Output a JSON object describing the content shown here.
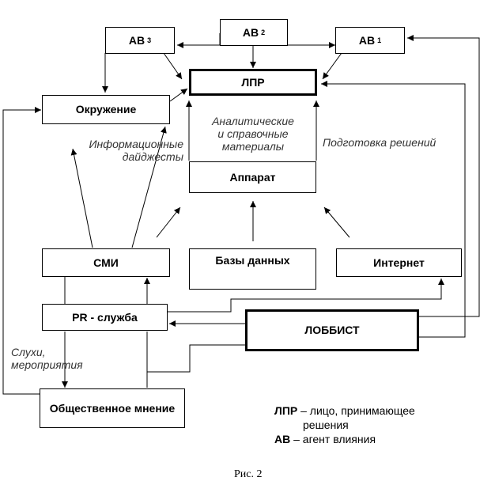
{
  "nodes": {
    "av3": {
      "label": "АВ",
      "sub": "3"
    },
    "av2": {
      "label": "АВ",
      "sub": "2"
    },
    "av1": {
      "label": "АВ",
      "sub": "1"
    },
    "lpr": "ЛПР",
    "okruzhenie": "Окружение",
    "apparat": "Аппарат",
    "smi": "СМИ",
    "bazy": "Базы данных",
    "internet": "Интернет",
    "pr": "PR - служба",
    "lobbist": "ЛОББИСТ",
    "mnenie": "Общественное мнение"
  },
  "labels": {
    "analytics": [
      "Аналитические",
      "и справочные",
      "материалы"
    ],
    "decisions": "Подготовка решений",
    "digests": [
      "Информационные",
      "дайджесты"
    ],
    "rumors": [
      "Слухи,",
      "мероприятия"
    ]
  },
  "legend": {
    "lpr_abbr": "ЛПР",
    "lpr_text": " – лицо, принимающее",
    "lpr_text2": "решения",
    "av_abbr": "АВ",
    "av_text": " – агент влияния"
  },
  "caption": "Рис. 2"
}
